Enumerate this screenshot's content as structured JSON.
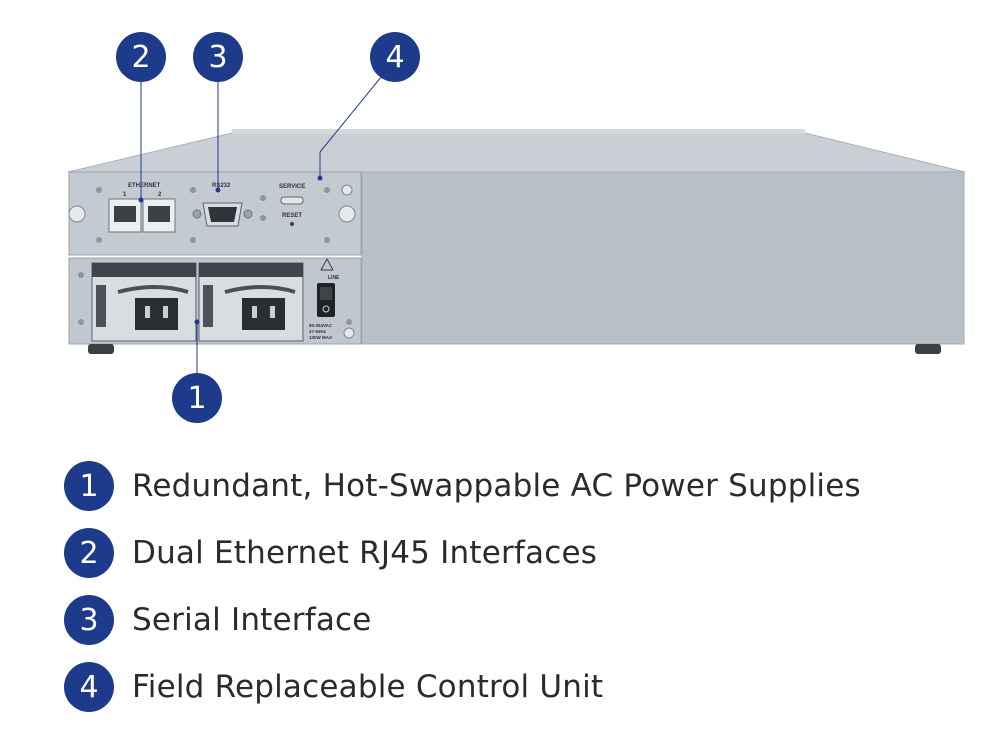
{
  "colors": {
    "accent": "#1e3a8a",
    "chassis": "#b6bec6",
    "chassis_dark": "#9ea7b0",
    "panel": "#c2c9d0"
  },
  "panel_labels": {
    "ethernet": "ETHERNET",
    "eth1": "1",
    "eth2": "2",
    "rs232": "RS232",
    "service": "SERVICE",
    "reset": "RESET",
    "line": "LINE",
    "rating1": "90-264VAC",
    "rating2": "47-63Hz",
    "rating3": "130W MAX"
  },
  "callouts": [
    {
      "num": "1",
      "text": "Redundant, Hot-Swappable AC Power Supplies"
    },
    {
      "num": "2",
      "text": "Dual Ethernet RJ45 Interfaces"
    },
    {
      "num": "3",
      "text": "Serial Interface"
    },
    {
      "num": "4",
      "text": "Field Replaceable Control Unit"
    }
  ]
}
